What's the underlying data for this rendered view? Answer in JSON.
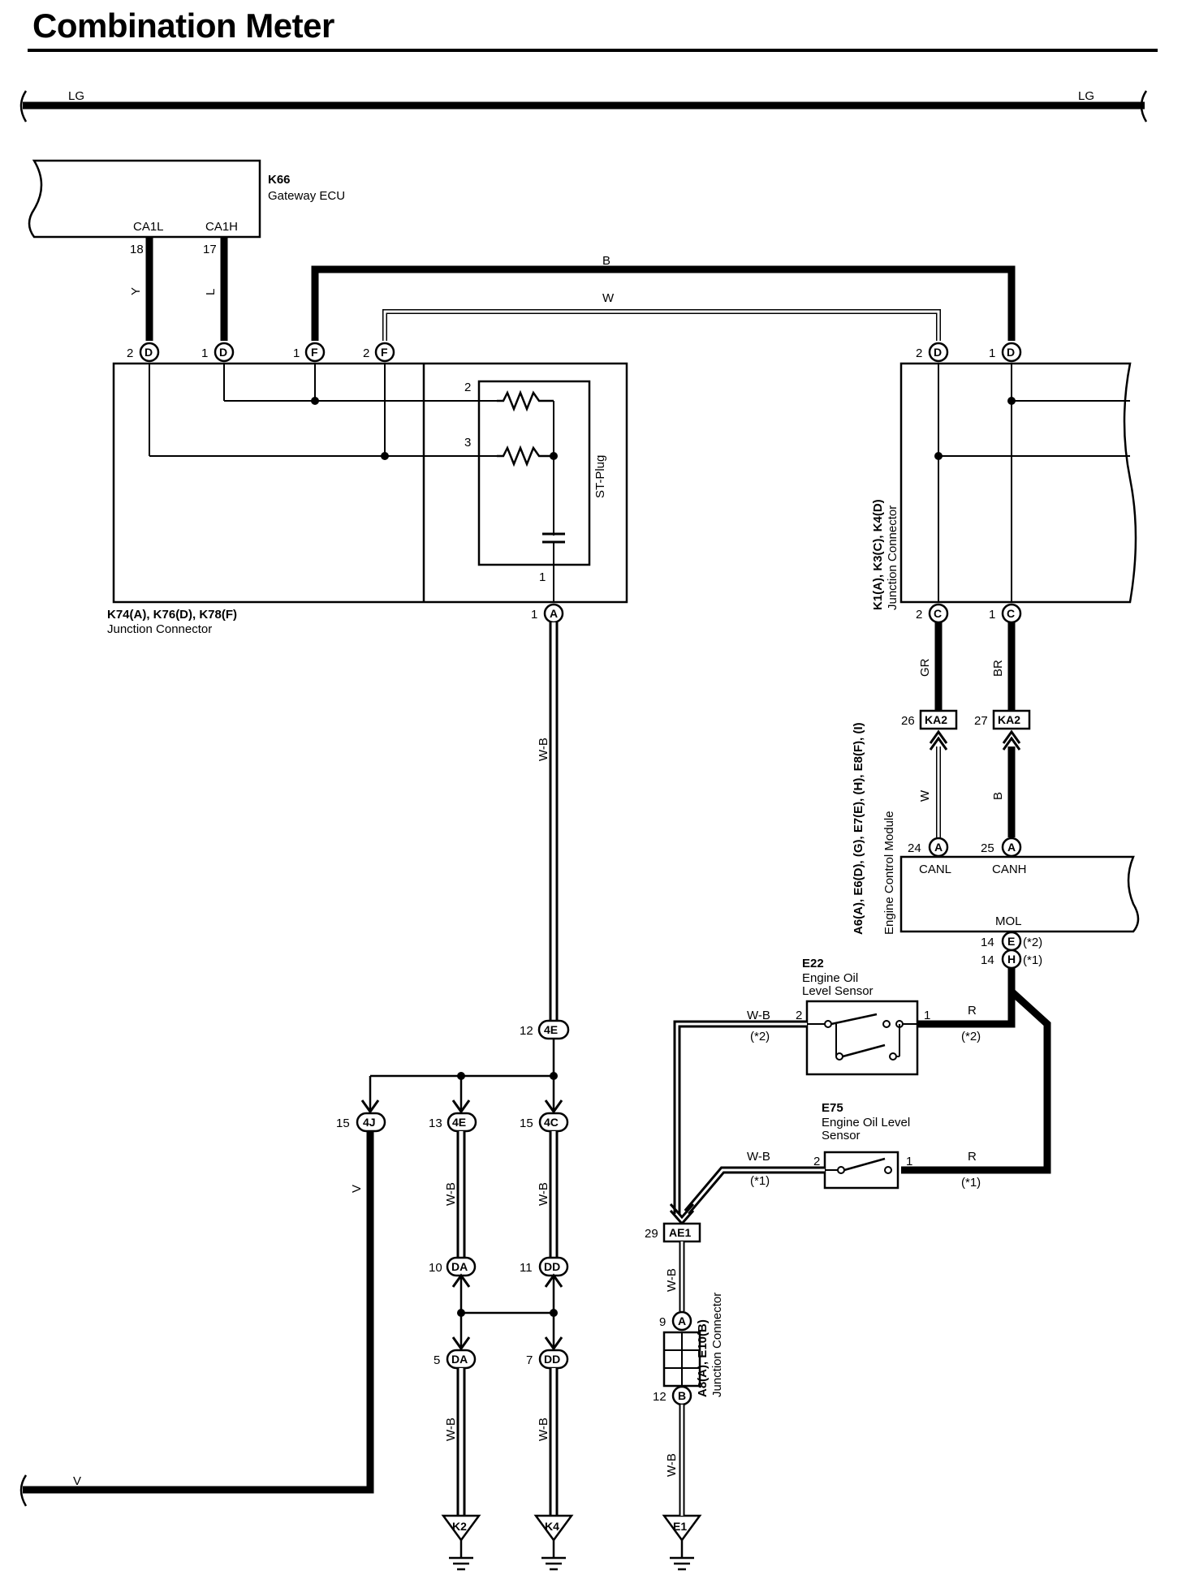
{
  "title": "Combination Meter",
  "colors": {
    "line": "#000000",
    "background": "#ffffff"
  },
  "bus": {
    "left_label": "LG",
    "right_label": "LG",
    "bottom_label": "V"
  },
  "gateway": {
    "code": "K66",
    "name": "Gateway ECU",
    "pin_ca1l": "CA1L",
    "pin_ca1h": "CA1H",
    "pin_18": "18",
    "pin_17": "17",
    "wire_y": "Y",
    "wire_l": "L"
  },
  "jc_left": {
    "code": "K74(A), K76(D), K78(F)",
    "name": "Junction Connector",
    "stplug": "ST-Plug",
    "p_2d": "2",
    "p_1d": "1",
    "p_1f": "1",
    "p_2f": "2",
    "c_d": "D",
    "c_f": "F",
    "c_a": "A",
    "r2": "2",
    "r3": "3",
    "p1": "1",
    "p1a": "1"
  },
  "wires": {
    "b": "B",
    "w": "W",
    "wb": "W-B",
    "gr": "GR",
    "br": "BR",
    "r": "R",
    "v": "V"
  },
  "jc_right": {
    "code": "K1(A), K3(C), K4(D)",
    "name": "Junction Connector",
    "p_2d": "2",
    "p_1d": "1",
    "p_2c": "2",
    "p_1c": "1",
    "c_d": "D",
    "c_c": "C"
  },
  "ka2": {
    "label": "KA2",
    "p26": "26",
    "p27": "27"
  },
  "ecm": {
    "code": "A6(A), E6(D), (G), E7(E), (H), E8(F), (I)",
    "name": "Engine Control Module",
    "canl": "CANL",
    "canh": "CANH",
    "mol": "MOL",
    "p24": "24",
    "p25": "25",
    "c_a": "A",
    "p14e": "14",
    "p14h": "14",
    "c_e": "E",
    "c_h": "H",
    "note2": "(*2)",
    "note1": "(*1)"
  },
  "e22": {
    "code": "E22",
    "name1": "Engine Oil",
    "name2": "Level Sensor",
    "p2": "2",
    "p1": "1",
    "n_left": "(*2)",
    "n_right": "(*2)"
  },
  "e75": {
    "code": "E75",
    "name1": "Engine Oil Level",
    "name2": "Sensor",
    "p2": "2",
    "p1": "1",
    "n_left": "(*1)",
    "n_right": "(*1)"
  },
  "connectors": {
    "c4e": "4E",
    "c4j": "4J",
    "c4c": "4C",
    "cda": "DA",
    "cdd": "DD",
    "cae1": "AE1",
    "p12": "12",
    "p15a": "15",
    "p13": "13",
    "p15b": "15",
    "p10": "10",
    "p11": "11",
    "p5": "5",
    "p7": "7",
    "p29": "29"
  },
  "jc_bottom": {
    "code": "A8(A), E10(B)",
    "name": "Junction Connector",
    "p9": "9",
    "p12": "12",
    "c_a": "A",
    "c_b": "B"
  },
  "grounds": {
    "k2": "K2",
    "k4": "K4",
    "e1": "E1"
  }
}
